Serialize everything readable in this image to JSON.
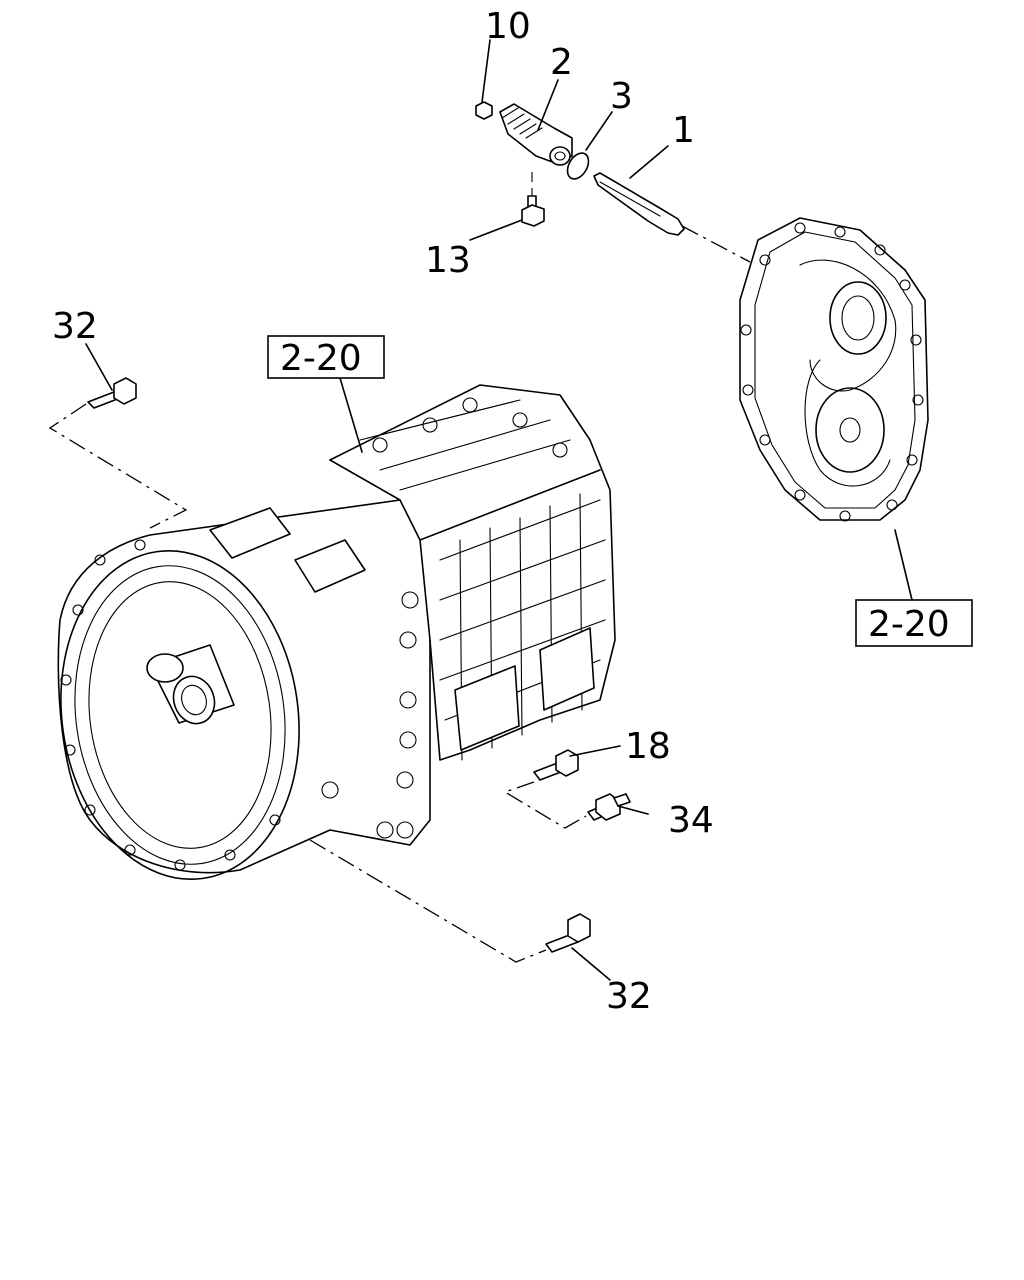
{
  "callouts": {
    "c10": "10",
    "c2": "2",
    "c3": "3",
    "c1": "1",
    "c13": "13",
    "c32_top": "32",
    "c18": "18",
    "c34": "34",
    "c32_bottom": "32"
  },
  "references": {
    "ref_left": "2-20",
    "ref_right": "2-20"
  }
}
